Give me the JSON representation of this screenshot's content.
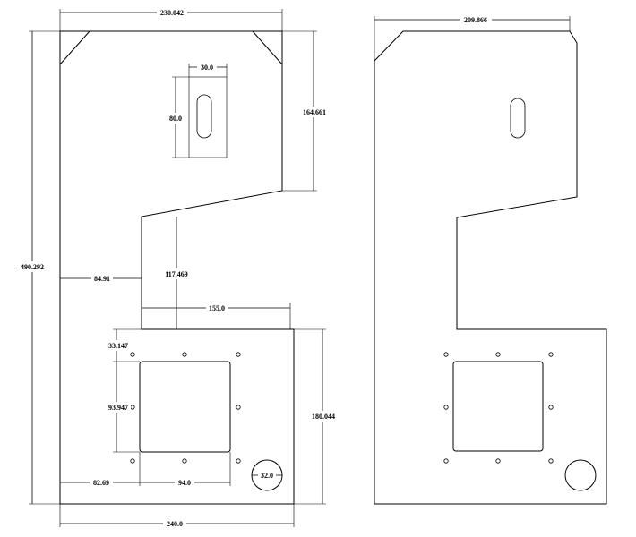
{
  "drawing": {
    "left_view": {
      "dimensions": {
        "top_width": "230.042",
        "total_height": "490.292",
        "right_upper_height": "164.661",
        "slot_width": "30.0",
        "slot_height": "80.0",
        "step_offset": "84.91",
        "neck_height": "117.469",
        "lower_step_width": "155.0",
        "cutout_top_offset": "33.147",
        "cutout_height": "93.947",
        "lower_height": "180.044",
        "cutout_left_offset": "82.69",
        "cutout_width": "94.0",
        "circle_diameter": "32.0",
        "bottom_width": "240.0"
      }
    },
    "right_view": {
      "dimensions": {
        "top_width": "209.866"
      }
    }
  }
}
